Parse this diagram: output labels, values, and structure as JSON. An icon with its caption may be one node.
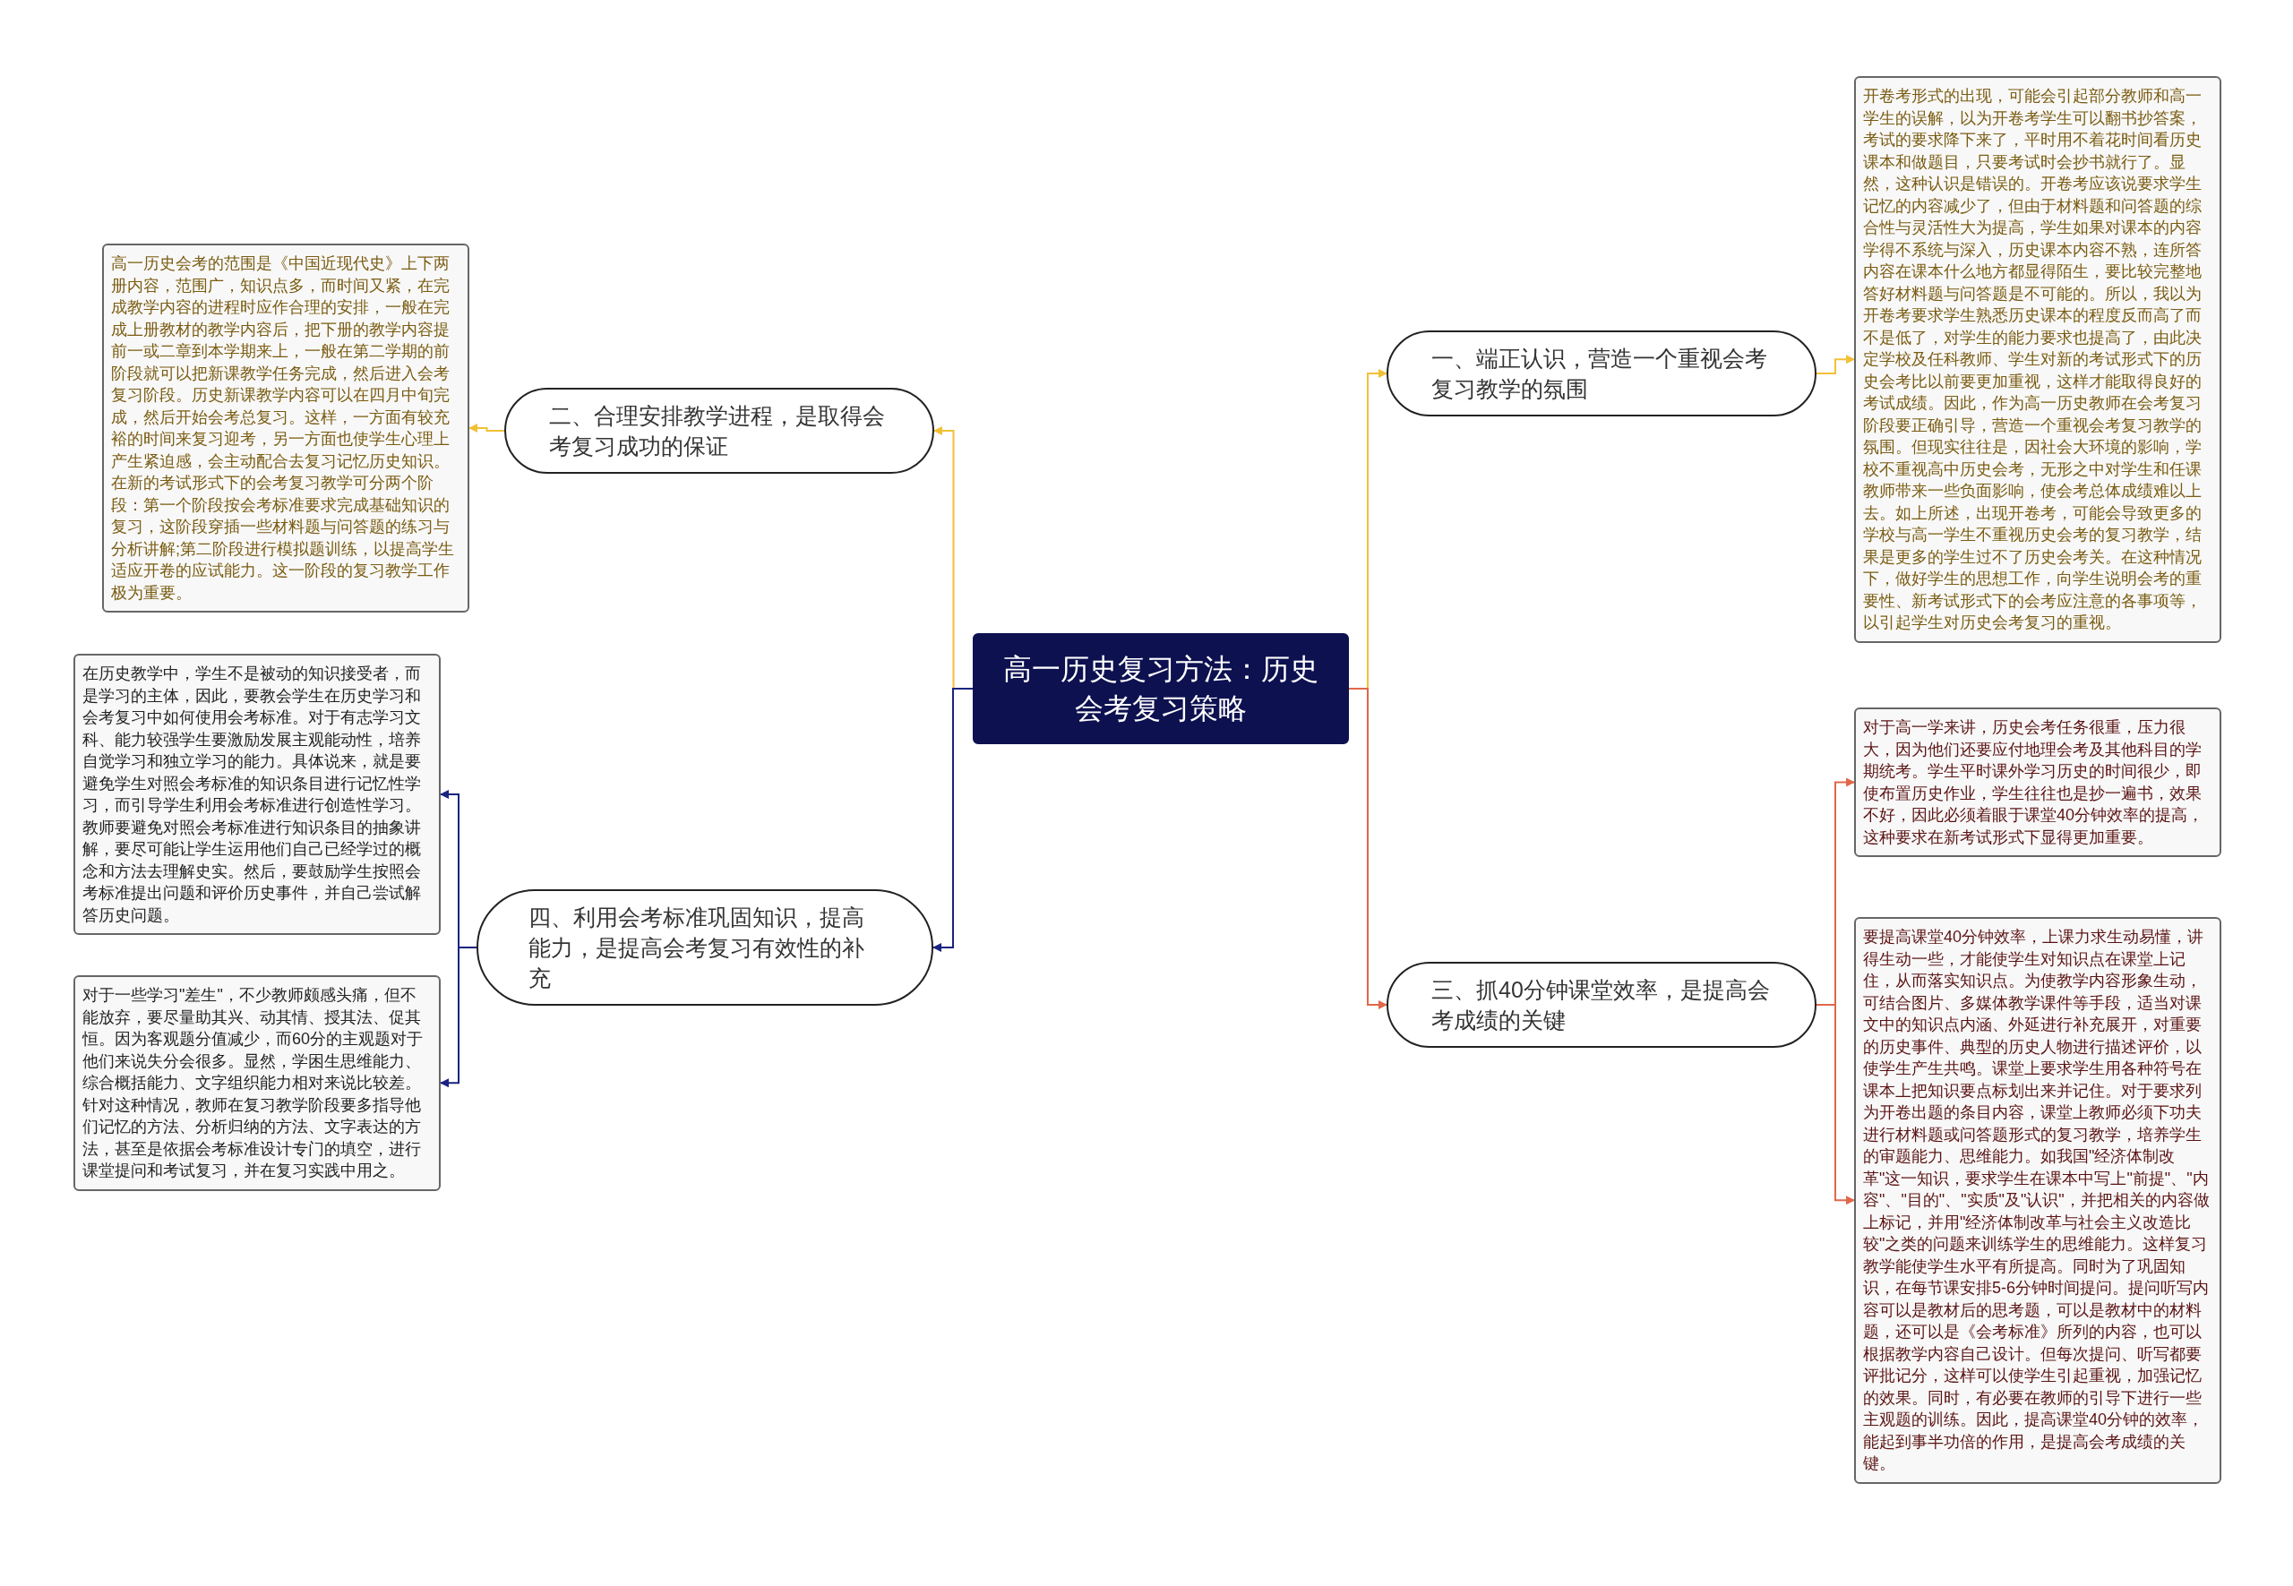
{
  "diagram": {
    "nodes": [
      {
        "text": [
          "高一历史复习方法：历史会考复习策略"
        ]
      },
      {
        "text": [
          "一、端正认识，营造一个重视会考复习教学的氛围"
        ]
      },
      {
        "text": [
          "开卷考形式的出现，可能会引起部分教师和高一学生的误解，以为开卷考学生可以翻书抄答案，考试的要求降下来了，平时用不着花时间看历史课本和做题目，只要考试时会抄书就行了。显然，这种认识是错误的。开卷考应该说要求学生记忆的内容减少了，但由于材料题和问答题的综合性与灵活性大为提高，学生如果对课本的内容学得不系统与深入，历史课本内容不熟，连所答内容在课本什么地方都显得陌生，要比较完整地答好材料题与问答题是不可能的。所以，我以为开卷考要求学生熟悉历史课本的程度反而高了而不是低了，对学生的能力要求也提高了，由此决定学校及任科教师、学生对新的考试形式下的历史会考比以前要更加重视，这样才能取得良好的考试成绩。因此，作为高一历史教师在会考复习阶段要正确引导，营造一个重视会考复习教学的氛围。但现实往往是，因社会大环境的影响，学校不重视高中历史会考，无形之中对学生和任课教师带来一些负面影响，使会考总体成绩难以上去。如上所述，出现开卷考，可能会导致更多的学校与高一学生不重视历史会考的复习教学，结果是更多的学生过不了历史会考关。在这种情况下，做好学生的思想工作，向学生说明会考的重要性、新考试形式下的会考应注意的各事项等，以引起学生对历史会考复习的重视。"
        ]
      },
      {
        "text": [
          "二、合理安排教学进程，是取得会考复习成功的保证"
        ]
      },
      {
        "text": [
          "高一历史会考的范围是《中国近现代史》上下两册内容，范围广，知识点多，而时间又紧，在完成教学内容的进程时应作合理的安排，一般在完成上册教材的教学内容后，把下册的教学内容提前一或二章到本学期来上，一般在第二学期的前阶段就可以把新课教学任务完成，然后进入会考复习阶段。历史新课教学内容可以在四月中旬完成，然后开始会考总复习。这样，一方面有较充裕的时间来复习迎考，另一方面也使学生心理上产生紧迫感，会主动配合去复习记忆历史知识。在新的考试形式下的会考复习教学可分两个阶段：第一个阶段按会考标准要求完成基础知识的复习，这阶段穿插一些材料题与问答题的练习与分析讲解;第二阶段进行模拟题训练，以提高学生适应开卷的应试能力。这一阶段的复习教学工作极为重要。"
        ]
      },
      {
        "text": [
          "三、抓40分钟课堂效率，是提高会考成绩的关键"
        ]
      },
      {
        "text": [
          "对于高一学来讲，历史会考任务很重，压力很大，因为他们还要应付地理会考及其他科目的学期统考。学生平时课外学习历史的时间很少，即使布置历史作业，学生往往也是抄一遍书，效果不好，因此必须着眼于课堂40分钟效率的提高，这种要求在新考试形式下显得更加重要。"
        ]
      },
      {
        "text": [
          "要提高课堂40分钟效率，上课力求生动易懂，讲得生动一些，才能使学生对知识点在课堂上记住，从而落实知识点。为使教学内容形象生动，可结合图片、多媒体教学课件等手段，适当对课文中的知识点内涵、外延进行补充展开，对重要的历史事件、典型的历史人物进行描述评价，以使学生产生共鸣。课堂上要求学生用各种符号在课本上把知识要点标划出来并记住。对于要求列为开卷出题的条目内容，课堂上教师必须下功夫进行材料题或问答题形式的复习教学，培养学生的审题能力、思维能力。如我国\"经济体制改革\"这一知识，要求学生在课本中写上\"前提\"、\"内容\"、\"目的\"、\"实质\"及\"认识\"，并把相关的内容做上标记，并用\"经济体制改革与社会主义改造比较\"之类的问题来训练学生的思维能力。这样复习教学能使学生水平有所提高。同时为了巩固知识，在每节课安排5-6分钟时间提问。提问听写内容可以是教材后的思考题，可以是教材中的材料题，还可以是《会考标准》所列的内容，也可以根据教学内容自己设计。但每次提问、听写都要评批记分，这样可以使学生引起重视，加强记忆的效果。同时，有必要在教师的引导下进行一些主观题的训练。因此，提高课堂40分钟的效率，能起到事半功倍的作用，是提高会考成绩的关键。"
        ]
      },
      {
        "text": [
          "四、利用会考标准巩固知识，提高能力，是提高会考复习有效性的补充"
        ]
      },
      {
        "text": [
          "在历史教学中，学生不是被动的知识接受者，而是学习的主体，因此，要教会学生在历史学习和会考复习中如何使用会考标准。对于有志学习文科、能力较强学生要激励发展主观能动性，培养自觉学习和独立学习的能力。具体说来，就是要避免学生对照会考标准的知识条目进行记忆性学习，而引导学生利用会考标准进行创造性学习。教师要避免对照会考标准进行知识条目的抽象讲解，要尽可能让学生运用他们自己已经学过的概念和方法去理解史实。然后，要鼓励学生按照会考标准提出问题和评价历史事件，并自己尝试解答历史问题。"
        ]
      },
      {
        "text": [
          "对于一些学习\"差生\"，不少教师颇感头痛，但不能放弃，要尽量助其兴、动其情、授其法、促其恒。因为客观题分值减少，而60分的主观题对于他们来说失分会很多。显然，学困生思维能力、综合概括能力、文字组织能力相对来说比较差。针对这种情况，教师在复习教学阶段要多指导他们记忆的方法、分析归纳的方法、文字表达的方法，甚至是依据会考标准设计专门的填空，进行课堂提问和考试复习，并在复习实践中用之。"
        ]
      }
    ],
    "edges": [
      {
        "from": 0,
        "to": 1,
        "arrow": "to",
        "color": "#f2c037"
      },
      {
        "from": 0,
        "to": 3,
        "arrow": "to",
        "color": "#f2c037"
      },
      {
        "from": 0,
        "to": 5,
        "arrow": "to",
        "color": "#e0684a"
      },
      {
        "from": 0,
        "to": 8,
        "arrow": "to",
        "color": "#1a237e"
      },
      {
        "from": 1,
        "to": 2,
        "arrow": "to",
        "color": "#f2c037"
      },
      {
        "from": 3,
        "to": 4,
        "arrow": "to",
        "color": "#f2c037"
      },
      {
        "from": 5,
        "to": 6,
        "arrow": "to",
        "color": "#e0684a"
      },
      {
        "from": 5,
        "to": 7,
        "arrow": "to",
        "color": "#e0684a"
      },
      {
        "from": 8,
        "to": 9,
        "arrow": "to",
        "color": "#1a237e"
      },
      {
        "from": 8,
        "to": 10,
        "arrow": "to",
        "color": "#1a237e"
      }
    ]
  }
}
